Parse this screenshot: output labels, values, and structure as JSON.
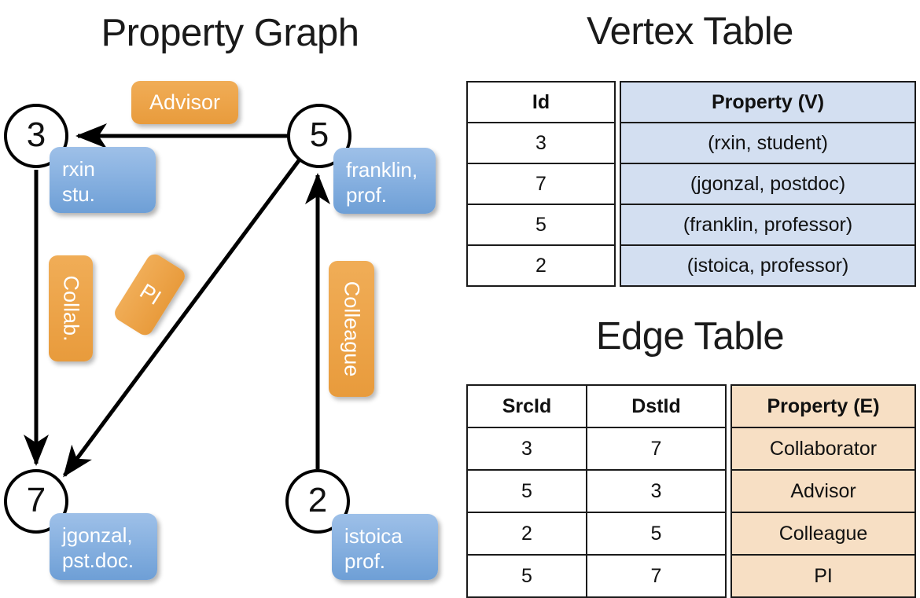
{
  "titles": {
    "graph": "Property Graph",
    "vertex_table": "Vertex Table",
    "edge_table": "Edge Table"
  },
  "graph": {
    "nodes": [
      {
        "id": "3",
        "name": "rxin",
        "role": "stu."
      },
      {
        "id": "5",
        "name": "franklin,",
        "role": "prof."
      },
      {
        "id": "7",
        "name": "jgonzal,",
        "role": "pst.doc."
      },
      {
        "id": "2",
        "name": "istoica",
        "role": "prof."
      }
    ],
    "edge_labels": [
      {
        "label": "Advisor",
        "from": "5",
        "to": "3"
      },
      {
        "label": "Collab.",
        "from": "3",
        "to": "7"
      },
      {
        "label": "PI",
        "from": "5",
        "to": "7"
      },
      {
        "label": "Colleague",
        "from": "2",
        "to": "5"
      }
    ]
  },
  "vertex_table": {
    "headers": [
      "Id",
      "Property (V)"
    ],
    "rows": [
      {
        "id": "3",
        "property": "(rxin, student)"
      },
      {
        "id": "7",
        "property": "(jgonzal, postdoc)"
      },
      {
        "id": "5",
        "property": "(franklin, professor)"
      },
      {
        "id": "2",
        "property": "(istoica, professor)"
      }
    ]
  },
  "edge_table": {
    "headers": [
      "SrcId",
      "DstId",
      "Property (E)"
    ],
    "rows": [
      {
        "src": "3",
        "dst": "7",
        "property": "Collaborator"
      },
      {
        "src": "5",
        "dst": "3",
        "property": "Advisor"
      },
      {
        "src": "2",
        "dst": "5",
        "property": "Colleague"
      },
      {
        "src": "5",
        "dst": "7",
        "property": "PI"
      }
    ]
  },
  "colors": {
    "vertex_property_fill": "#d3dff1",
    "edge_property_fill": "#f7dfc4",
    "node_box_blue": "#8cb4e2",
    "edge_tag_orange": "#eda54b",
    "stroke": "#1a1a1a"
  }
}
